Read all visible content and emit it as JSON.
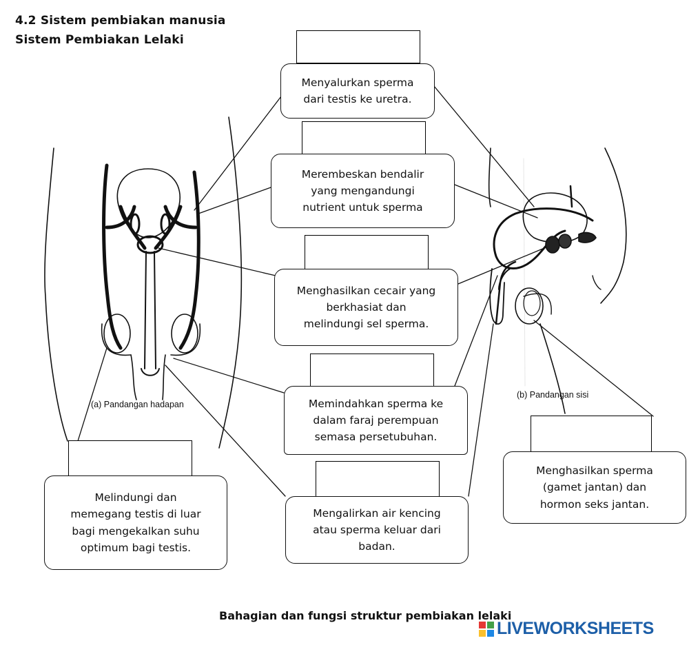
{
  "header": {
    "title": "4.2 Sistem pembiakan manusia",
    "subtitle": "Sistem Pembiakan Lelaki"
  },
  "captions": {
    "front": "(a)  Pandangan hadapan",
    "side": "(b)  Pandangan sisi"
  },
  "descriptions": [
    {
      "id": "vas-deferens",
      "lines": [
        "Menyalurkan sperma",
        "dari testis ke uretra."
      ]
    },
    {
      "id": "seminal-vesicle",
      "lines": [
        "Merembeskan bendalir",
        "yang mengandungi",
        "nutrient untuk sperma"
      ]
    },
    {
      "id": "prostate",
      "lines": [
        "Menghasilkan cecair yang",
        "berkhasiat dan",
        "melindungi sel sperma."
      ]
    },
    {
      "id": "penis",
      "lines": [
        "Memindahkan sperma ke",
        "dalam faraj perempuan",
        "semasa persetubuhan."
      ]
    },
    {
      "id": "urethra",
      "lines": [
        "Mengalirkan air kencing",
        "atau sperma keluar dari",
        "badan."
      ]
    },
    {
      "id": "scrotum",
      "lines": [
        "Melindungi dan",
        "memegang testis di luar",
        "bagi mengekalkan suhu",
        "optimum bagi testis."
      ]
    },
    {
      "id": "testis",
      "lines": [
        "Menghasilkan sperma",
        "(gamet jantan) dan",
        "hormon seks jantan."
      ]
    }
  ],
  "footer": "Bahagian dan fungsi struktur pembiakan lelaki",
  "logo": {
    "text": "LIVEWORKSHEETS",
    "colors": [
      "#e53935",
      "#43a047",
      "#fbc02d",
      "#1e88e5"
    ]
  }
}
